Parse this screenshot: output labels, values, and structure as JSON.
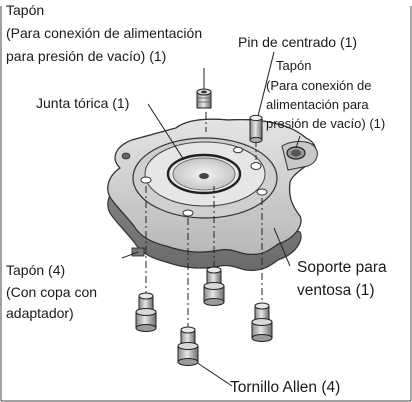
{
  "labels": {
    "tapon_top_title": "Tapón",
    "tapon_top_line1": "(Para conexión de alimentación",
    "tapon_top_line2": "para presión de vacío) (1)",
    "pin_centrado": "Pin de centrado (1)",
    "tapon_right_title": "Tapón",
    "tapon_right_line1": "(Para conexión de",
    "tapon_right_line2": "alimentación para",
    "tapon_right_line3": "presión de vacío) (1)",
    "junta_torica": "Junta tórica (1)",
    "tapon4_line1": "Tapón (4)",
    "tapon4_line2": "(Con copa con",
    "tapon4_line3": "adaptador)",
    "soporte_line1": "Soporte para",
    "soporte_line2": "ventosa (1)",
    "tornillo": "Tornillo Allen (4)"
  },
  "colors": {
    "line": "#222222",
    "body_light": "#d6d6d6",
    "body_mid": "#a9a9a9",
    "body_dark": "#6e6e6e",
    "screw_light": "#cfcfcf",
    "screw_dark": "#555555"
  }
}
